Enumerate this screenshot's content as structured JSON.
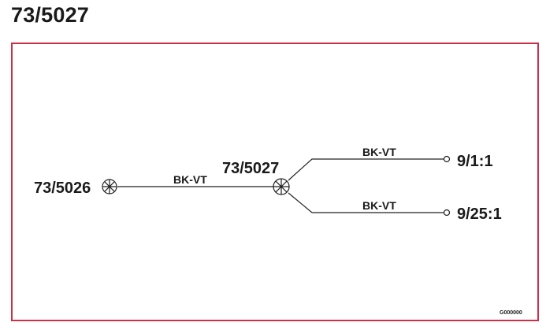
{
  "header": {
    "title": "73/5027"
  },
  "diagram": {
    "nodes": {
      "source": {
        "label": "73/5026",
        "icon": "splice-icon"
      },
      "junction": {
        "label": "73/5027",
        "icon": "splice-icon"
      },
      "terminal_a": {
        "label": "9/1:1",
        "icon": "terminal-icon"
      },
      "terminal_b": {
        "label": "9/25:1",
        "icon": "terminal-icon"
      }
    },
    "wires": {
      "main": {
        "label": "BK-VT"
      },
      "branch_a": {
        "label": "BK-VT"
      },
      "branch_b": {
        "label": "BK-VT"
      }
    },
    "ref_code": "G000000",
    "frame_color": "#c8304c"
  }
}
